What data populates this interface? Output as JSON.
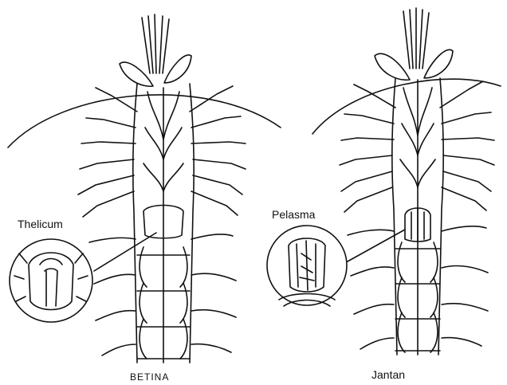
{
  "labels": {
    "thelicum": "Thelicum",
    "petasma": "Pelasma",
    "female": "BETINA",
    "male": "Jantan"
  },
  "colors": {
    "ink": "#111111",
    "background": "#ffffff"
  }
}
